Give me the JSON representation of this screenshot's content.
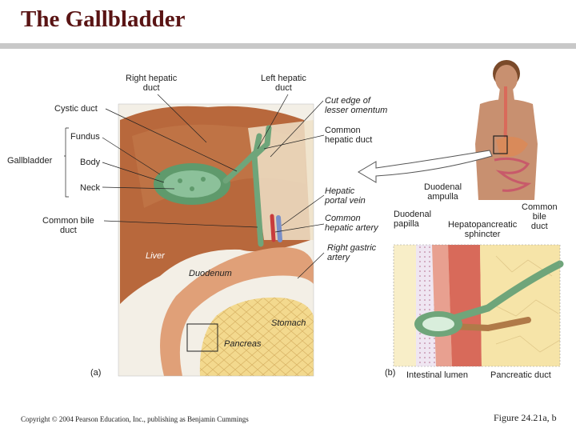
{
  "title": "The Gallbladder",
  "labels": {
    "right_hepatic_duct": [
      "Right hepatic",
      "duct"
    ],
    "left_hepatic_duct": [
      "Left hepatic",
      "duct"
    ],
    "cystic_duct": "Cystic duct",
    "fundus": "Fundus",
    "gallbladder": "Gallbladder",
    "body": "Body",
    "neck": "Neck",
    "common_bile_duct": [
      "Common bile",
      "duct"
    ],
    "cut_edge": [
      "Cut edge of",
      "lesser omentum"
    ],
    "common_hepatic_duct": [
      "Common",
      "hepatic duct"
    ],
    "hepatic_portal_vein": [
      "Hepatic",
      "portal vein"
    ],
    "common_hepatic_artery": [
      "Common",
      "hepatic artery"
    ],
    "right_gastric_artery": [
      "Right gastric",
      "artery"
    ],
    "liver": "Liver",
    "duodenum": "Duodenum",
    "stomach": "Stomach",
    "pancreas": "Pancreas",
    "panel_a": "(a)",
    "duodenal_ampulla": [
      "Duodenal",
      "ampulla"
    ],
    "duodenal_papilla": [
      "Duodenal",
      "papilla"
    ],
    "hepatopancreatic_sphincter": [
      "Hepatopancreatic",
      "sphincter"
    ],
    "common_bile_duct_b": [
      "Common",
      "bile",
      "duct"
    ],
    "panel_b": "(b)",
    "intestinal_lumen": "Intestinal lumen",
    "pancreatic_duct": "Pancreatic duct"
  },
  "footer": {
    "copyright": "Copyright © 2004 Pearson Education, Inc., publishing as Benjamin Cummings",
    "figure": "Figure 24.21a, b"
  },
  "colors": {
    "title": "#5a1414",
    "liver": "#b8683c",
    "gallbladder": "#5f9a6c",
    "duodenum": "#e0a078",
    "pancreas": "#f1d286",
    "skin": "#c89070"
  }
}
